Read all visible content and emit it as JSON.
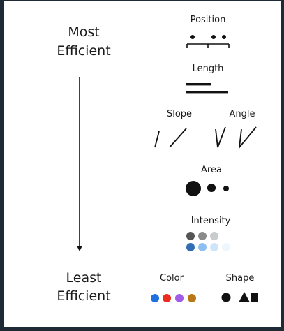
{
  "scale": {
    "top_label_line1": "Most",
    "top_label_line2": "Efficient",
    "bottom_label_line1": "Least",
    "bottom_label_line2": "Efficient"
  },
  "channels": {
    "position": "Position",
    "length": "Length",
    "slope": "Slope",
    "angle": "Angle",
    "area": "Area",
    "intensity": "Intensity",
    "color": "Color",
    "shape": "Shape"
  },
  "colors": {
    "ink": "#111111",
    "intensity_gray": [
      "#555555",
      "#8a8a8a",
      "#c9cccc"
    ],
    "intensity_blue": [
      "#2f6db5",
      "#8ec0ef",
      "#cfe6fa",
      "#eef7fd"
    ],
    "hue": [
      "#1f6fe0",
      "#ee2b1f",
      "#a05ce8",
      "#b8781a"
    ]
  },
  "icons": {
    "shape_set": [
      "circle",
      "triangle",
      "square"
    ]
  }
}
